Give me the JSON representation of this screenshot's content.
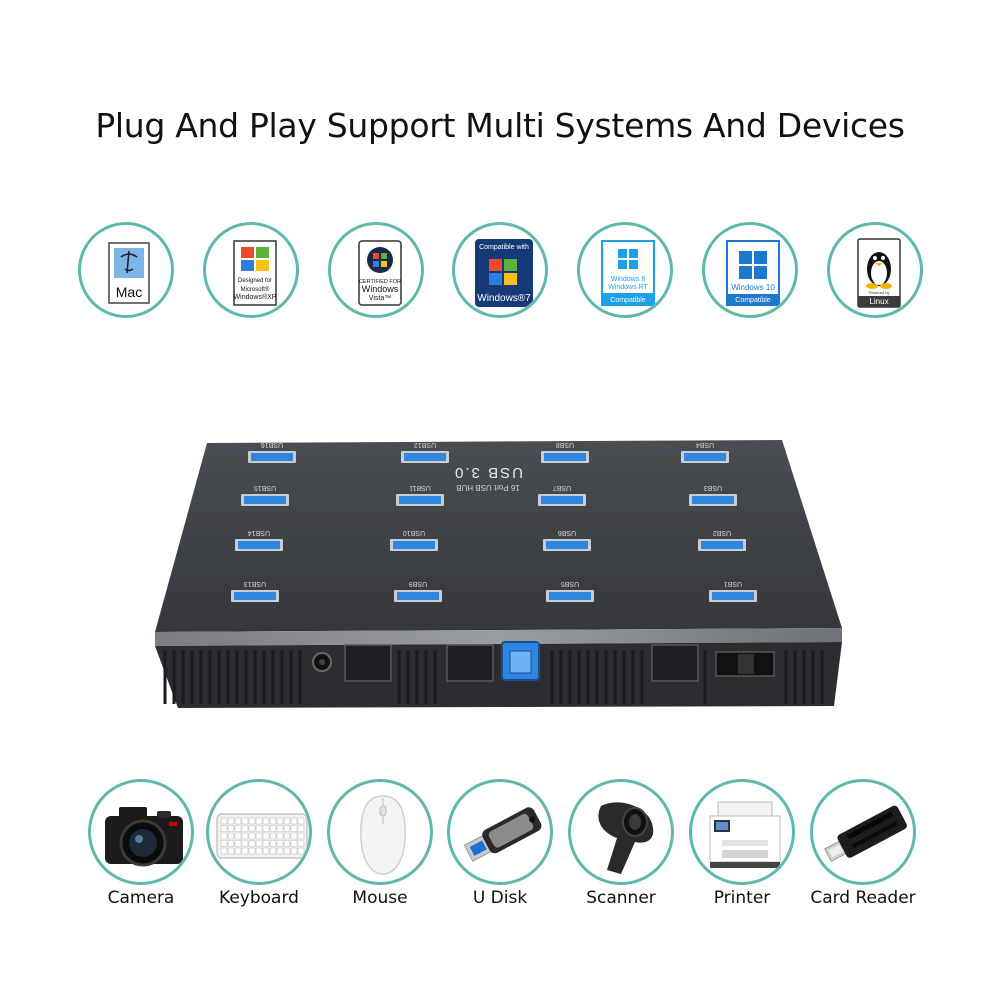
{
  "headline": "Plug And Play Support Multi Systems And Devices",
  "os_badges": [
    {
      "id": "mac",
      "line1": "Mac"
    },
    {
      "id": "xp",
      "line1": "Designed for",
      "line2": "Microsoft®",
      "line3": "Windows®XP"
    },
    {
      "id": "vista",
      "line1": "CERTIFIED FOR",
      "line2": "Windows",
      "line3": "Vista™"
    },
    {
      "id": "win7",
      "line1": "Compatible with",
      "line2": "Windows®7"
    },
    {
      "id": "win8",
      "line1": "Windows 8",
      "line2": "Windows RT",
      "line3": "Compatible"
    },
    {
      "id": "win10",
      "line1": "Windows 10",
      "line2": "Compatible"
    },
    {
      "id": "linux",
      "line1": "Linux",
      "line2": "Powered by"
    }
  ],
  "hub": {
    "brand": "USB 3.0",
    "model": "16 Port USB HUB",
    "port_labels": [
      "USB16",
      "USB12",
      "USB8",
      "USB4",
      "USB15",
      "USB11",
      "USB7",
      "USB3",
      "USB14",
      "USB10",
      "USB6",
      "USB2",
      "USB13",
      "USB9",
      "USB5",
      "USB1"
    ]
  },
  "devices": [
    {
      "label": "Camera"
    },
    {
      "label": "Keyboard"
    },
    {
      "label": "Mouse"
    },
    {
      "label": "U Disk"
    },
    {
      "label": "Scanner"
    },
    {
      "label": "Printer"
    },
    {
      "label": "Card Reader"
    }
  ],
  "colors": {
    "ring": "#5fb8ab",
    "hub_body": "#3e4147",
    "usb_blue": "#2f86e0"
  }
}
